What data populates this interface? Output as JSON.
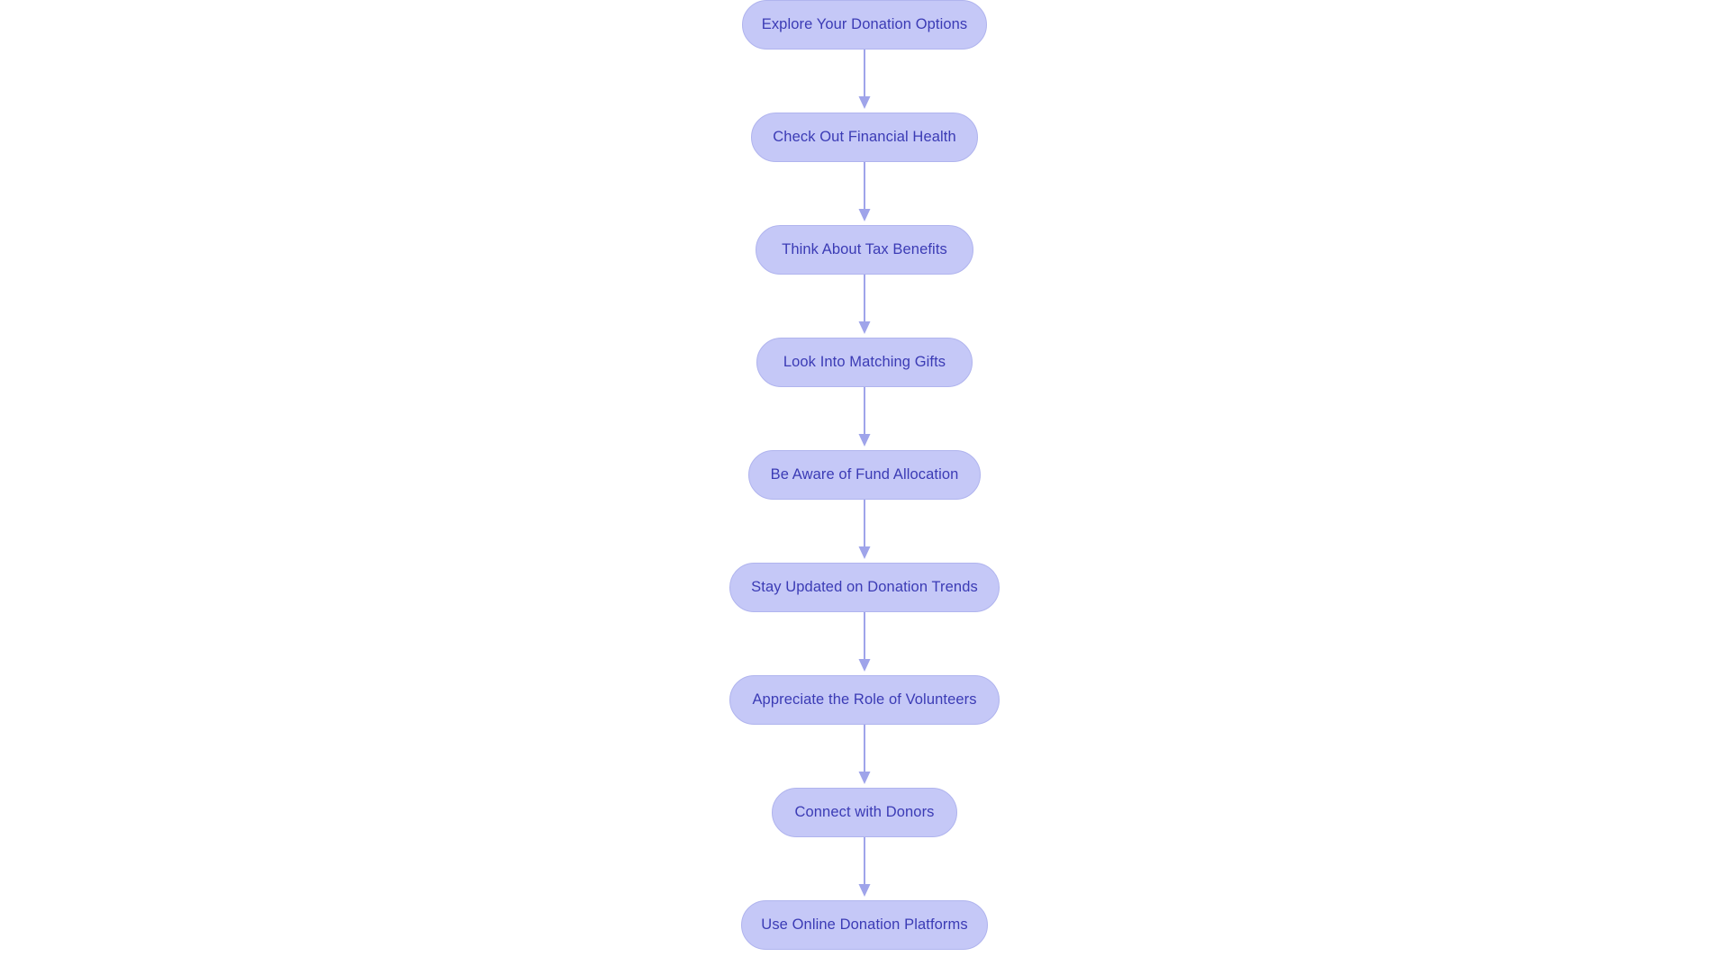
{
  "diagram": {
    "type": "flowchart",
    "orientation": "vertical",
    "title": "",
    "colors": {
      "node_fill": "#c5c8f7",
      "node_border": "#b0b4ee",
      "node_text": "#3b3bb5",
      "arrow": "#9fa4ea",
      "background": "#ffffff"
    },
    "nodes": [
      {
        "id": "n1",
        "label": "Explore Your Donation Options"
      },
      {
        "id": "n2",
        "label": "Check Out Financial Health"
      },
      {
        "id": "n3",
        "label": "Think About Tax Benefits"
      },
      {
        "id": "n4",
        "label": "Look Into Matching Gifts"
      },
      {
        "id": "n5",
        "label": "Be Aware of Fund Allocation"
      },
      {
        "id": "n6",
        "label": "Stay Updated on Donation Trends"
      },
      {
        "id": "n7",
        "label": "Appreciate the Role of Volunteers"
      },
      {
        "id": "n8",
        "label": "Connect with Donors"
      },
      {
        "id": "n9",
        "label": "Use Online Donation Platforms"
      }
    ],
    "edges": [
      {
        "from": "n1",
        "to": "n2",
        "label": "",
        "style": "arrow-down"
      },
      {
        "from": "n2",
        "to": "n3",
        "label": "",
        "style": "arrow-down"
      },
      {
        "from": "n3",
        "to": "n4",
        "label": "",
        "style": "arrow-down"
      },
      {
        "from": "n4",
        "to": "n5",
        "label": "",
        "style": "arrow-down"
      },
      {
        "from": "n5",
        "to": "n6",
        "label": "",
        "style": "arrow-down"
      },
      {
        "from": "n6",
        "to": "n7",
        "label": "",
        "style": "arrow-down"
      },
      {
        "from": "n7",
        "to": "n8",
        "label": "",
        "style": "arrow-down"
      },
      {
        "from": "n8",
        "to": "n9",
        "label": "",
        "style": "arrow-down"
      }
    ]
  }
}
